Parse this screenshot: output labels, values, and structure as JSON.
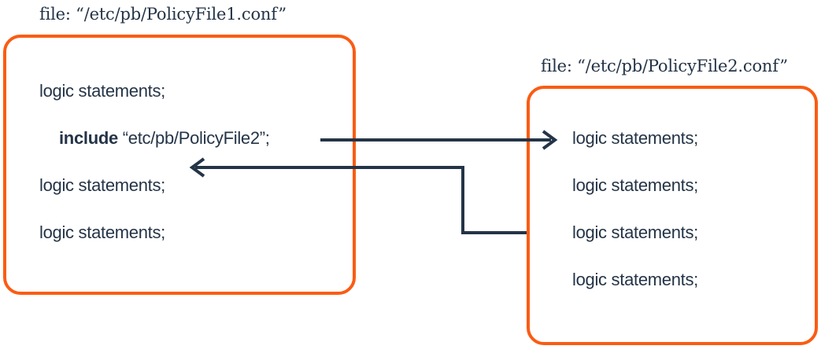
{
  "file1": {
    "label": "file: “/etc/pb/PolicyFile1.conf”",
    "lines": [
      "logic statements;",
      "logic statements;",
      "logic statements;"
    ],
    "include": {
      "keyword": "include",
      "path": " “etc/pb/PolicyFile2”;"
    }
  },
  "file2": {
    "label": "file: “/etc/pb/PolicyFile2.conf”",
    "lines": [
      "logic statements;",
      "logic statements;",
      "logic statements;",
      "logic statements;"
    ]
  },
  "colors": {
    "box_border": "#fa5c14",
    "text": "#243447",
    "arrow": "#243447"
  }
}
